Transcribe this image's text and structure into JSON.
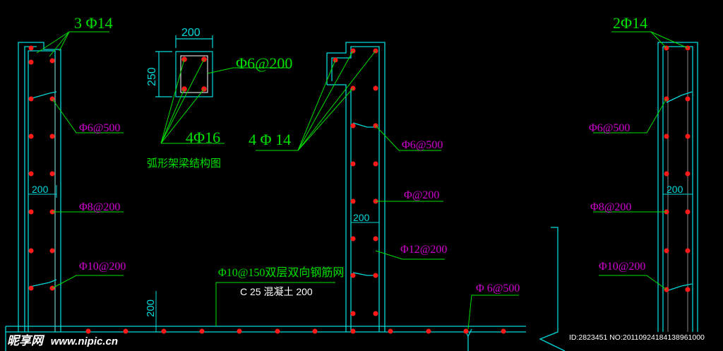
{
  "section_detail": {
    "width_dim": "200",
    "height_dim": "250",
    "stirrup": "Φ6@200",
    "main_bars": "4Φ16",
    "caption": "弧形架梁结构图"
  },
  "left_wall": {
    "top_bars": "3 Φ14",
    "labels": [
      "Φ6@500",
      "Φ8@200",
      "Φ10@200"
    ],
    "width_dim": "200"
  },
  "center_wall": {
    "top_bars": "4 Φ 14",
    "labels": [
      "Φ6@500",
      "Φ@200",
      "Φ12@200"
    ],
    "width_dim": "200"
  },
  "right_wall": {
    "top_bars": "2Φ14",
    "labels": [
      "Φ6@500",
      "Φ8@200",
      "Φ10@200"
    ],
    "width_dim": "200"
  },
  "slab": {
    "reinforcement": "Φ10@150双层双向钢筋网",
    "concrete": "C 25  混凝土  200",
    "thickness_dim": "200",
    "tie": "Φ 6@500"
  },
  "watermark": {
    "brand": "昵享网",
    "site": "www.nipic.cn",
    "id_text": "ID:2823451 NO:20110924184138961000"
  }
}
